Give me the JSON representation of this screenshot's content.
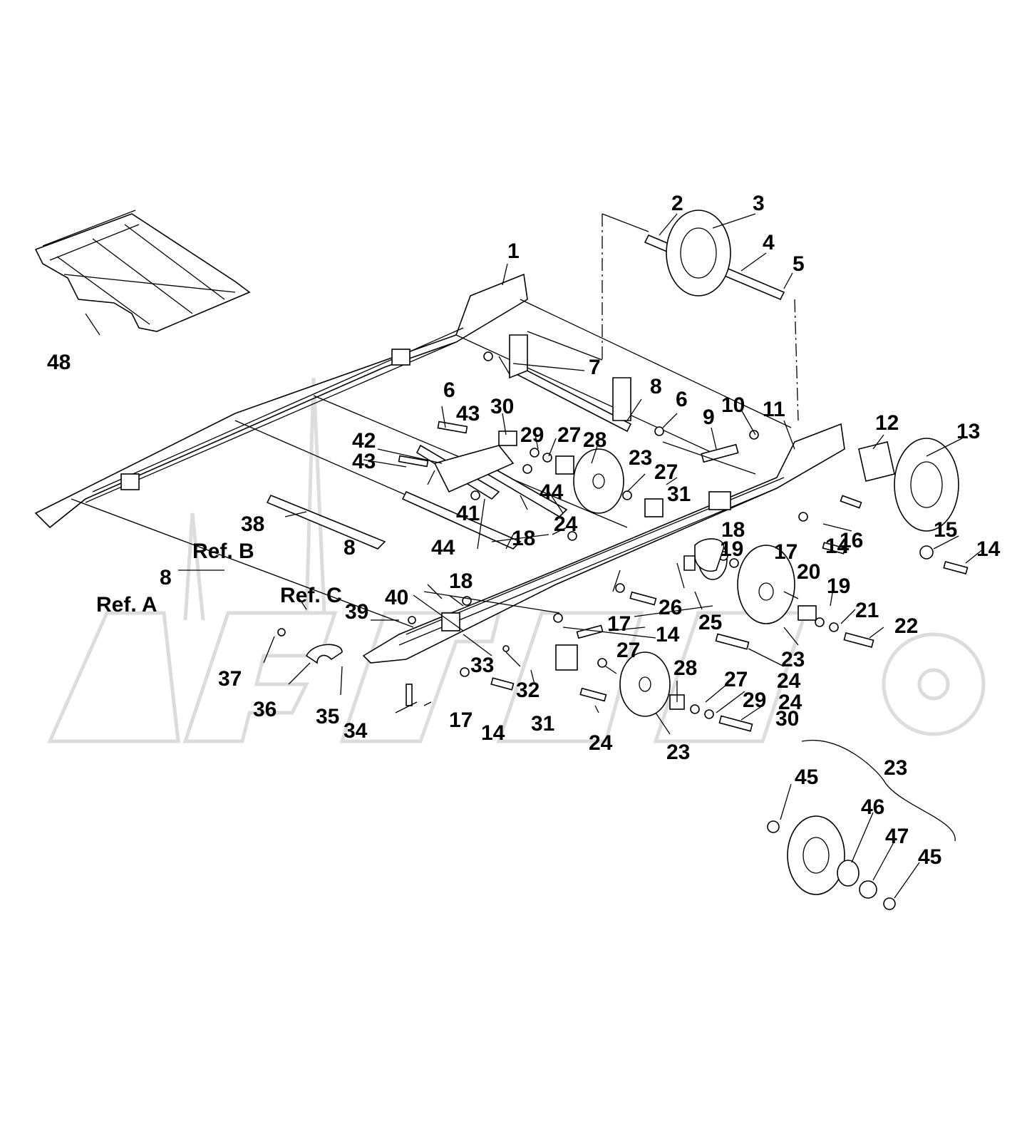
{
  "refs": [
    "Ref. A",
    "Ref. B",
    "Ref. C"
  ],
  "callouts": [
    "1",
    "2",
    "3",
    "4",
    "5",
    "6",
    "6",
    "7",
    "8",
    "8",
    "8",
    "9",
    "10",
    "11",
    "12",
    "13",
    "14",
    "14",
    "14",
    "14",
    "15",
    "16",
    "17",
    "17",
    "17",
    "18",
    "18",
    "18",
    "19",
    "19",
    "20",
    "21",
    "22",
    "23",
    "23",
    "23",
    "23",
    "24",
    "24",
    "24",
    "24",
    "25",
    "26",
    "27",
    "27",
    "27",
    "27",
    "28",
    "28",
    "29",
    "29",
    "30",
    "30",
    "31",
    "31",
    "32",
    "33",
    "34",
    "35",
    "36",
    "37",
    "38",
    "39",
    "40",
    "41",
    "42",
    "43",
    "43",
    "44",
    "44",
    "45",
    "45",
    "46",
    "47",
    "48"
  ]
}
